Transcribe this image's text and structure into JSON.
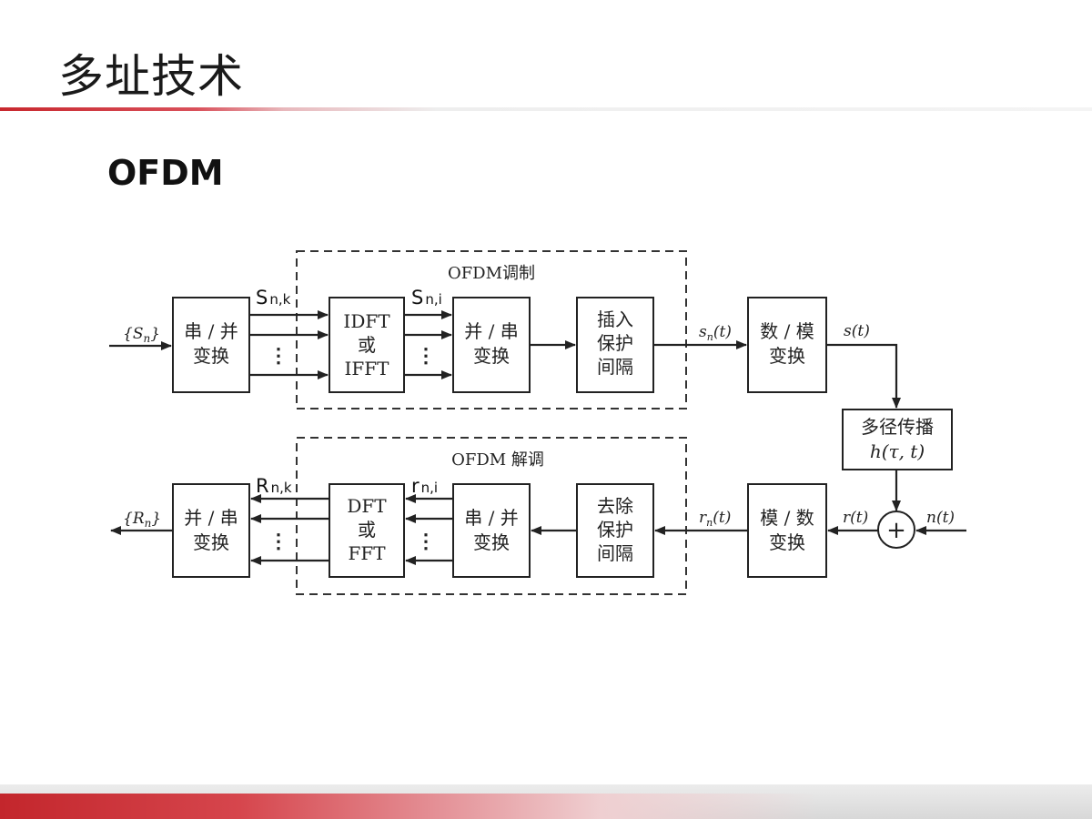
{
  "header": {
    "title": "多址技术"
  },
  "section": {
    "heading": "OFDM"
  },
  "diagram": {
    "group_mod": "OFDM调制",
    "group_demod": "OFDM  解调",
    "blocks": {
      "sp_tx": [
        "串 / 并",
        "变换"
      ],
      "idft": [
        "IDFT",
        "或",
        "IFFT"
      ],
      "ps_tx": [
        "并 / 串",
        "变换"
      ],
      "guard_ins": [
        "插入",
        "保护",
        "间隔"
      ],
      "dac": [
        "数 / 模",
        "变换"
      ],
      "channel": [
        "多径传播",
        "h(τ, t)"
      ],
      "adc": [
        "模 / 数",
        "变换"
      ],
      "guard_rem": [
        "去除",
        "保护",
        "间隔"
      ],
      "sp_rx": [
        "串 / 并",
        "变换"
      ],
      "dft": [
        "DFT",
        "或",
        "FFT"
      ],
      "ps_rx": [
        "并 / 串",
        "变换"
      ]
    },
    "signals": {
      "input": "{S",
      "input_sub": "n",
      "input_close": "}",
      "output": "{R",
      "output_sub": "n",
      "output_close": "}",
      "s_nk": "S",
      "s_nk_sub": "n,k",
      "s_ni": "S",
      "s_ni_sub": "n,i",
      "r_nk": "R",
      "r_nk_sub": "n,k",
      "r_ni": "r",
      "r_ni_sub": "n,i",
      "sn_t": "s",
      "sn_t_sub": "n",
      "sn_t_arg": "(t)",
      "s_t": "s(t)",
      "r_t": "r(t)",
      "n_t": "n(t)",
      "rn_t": "r",
      "rn_t_sub": "n",
      "rn_t_arg": "(t)",
      "dots": "⋮",
      "adder": "+"
    }
  }
}
